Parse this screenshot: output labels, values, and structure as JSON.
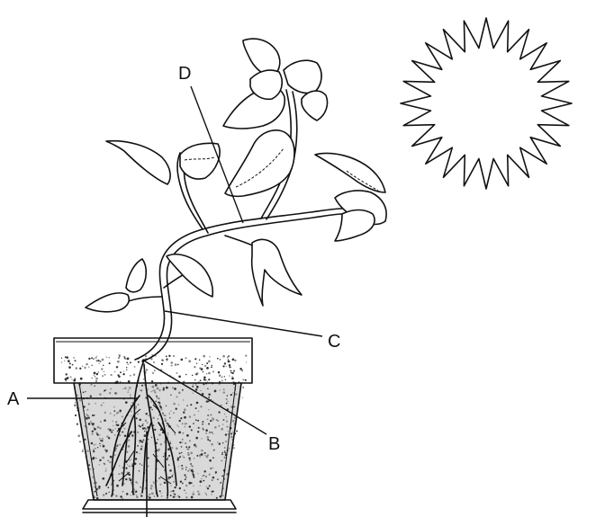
{
  "diagram": {
    "labels": {
      "a": "A",
      "b": "B",
      "c": "C",
      "d": "D"
    },
    "icons": [
      "sun-icon",
      "plant-icon",
      "flower-pot-icon"
    ],
    "colors": {
      "ink": "#111111",
      "background": "#ffffff"
    }
  }
}
